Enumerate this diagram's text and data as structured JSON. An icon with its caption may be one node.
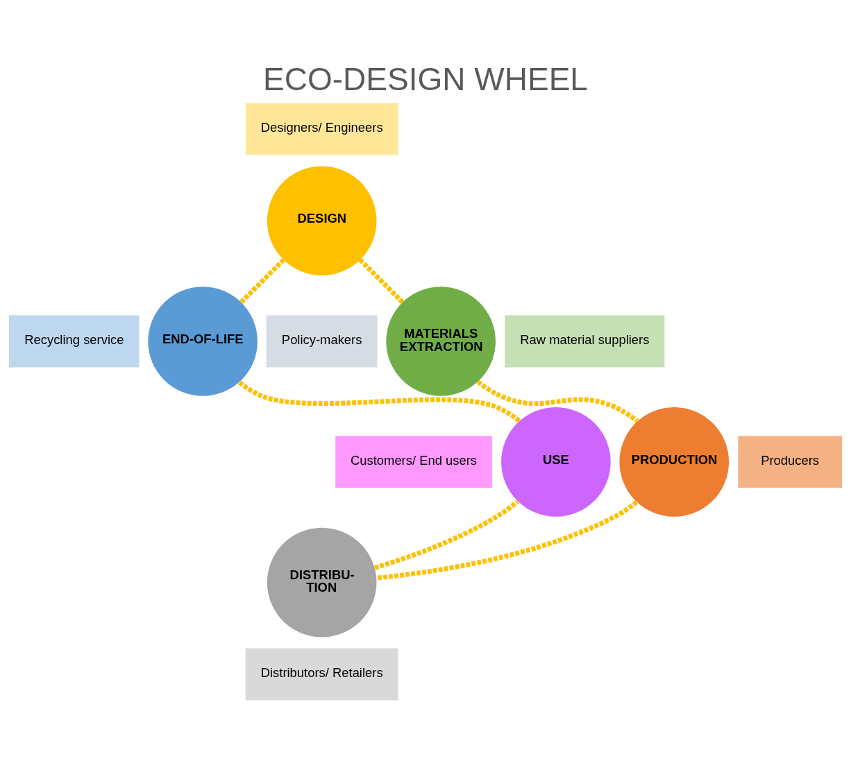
{
  "diagram": {
    "title": "ECO-DESIGN WHEEL",
    "nodes": [
      {
        "text": [
          "Designers/ Engineers"
        ]
      },
      {
        "text": [
          "DESIGN"
        ]
      },
      {
        "text": [
          "Recycling service"
        ]
      },
      {
        "text": [
          "END-OF-LIFE"
        ]
      },
      {
        "text": [
          "Policy-makers"
        ]
      },
      {
        "text": [
          "MATERIALS EXTRACTION"
        ]
      },
      {
        "text": [
          "Raw material suppliers"
        ]
      },
      {
        "text": [
          "Customers/ End users"
        ]
      },
      {
        "text": [
          "USE"
        ]
      },
      {
        "text": [
          "PRODUCTION"
        ]
      },
      {
        "text": [
          "Producers"
        ]
      },
      {
        "text": [
          "DISTRIBU- TION"
        ]
      },
      {
        "text": [
          "Distributors/ Retailers"
        ]
      }
    ],
    "edges": [
      {
        "from": 1,
        "to": 5,
        "arrow": "none",
        "style": "dashed"
      },
      {
        "from": 5,
        "to": 9,
        "arrow": "none",
        "style": "dashed"
      },
      {
        "from": 9,
        "to": 11,
        "arrow": "none",
        "style": "dashed"
      },
      {
        "from": 11,
        "to": 8,
        "arrow": "none",
        "style": "dashed"
      },
      {
        "from": 8,
        "to": 3,
        "arrow": "none",
        "style": "dashed"
      },
      {
        "from": 3,
        "to": 1,
        "arrow": "none",
        "style": "dashed"
      }
    ]
  }
}
